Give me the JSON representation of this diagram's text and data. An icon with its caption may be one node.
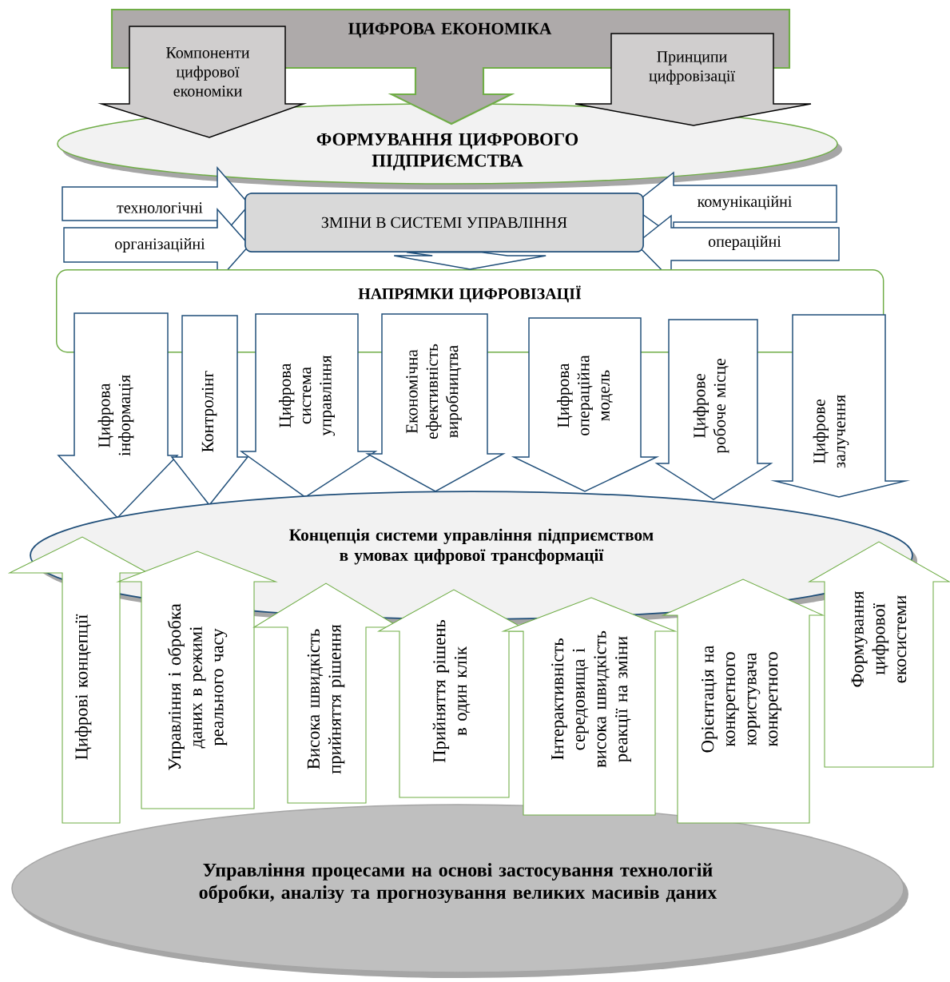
{
  "diagram": {
    "nodes": [
      {
        "text": [
          "ЦИФРОВА ЕКОНОМІКА"
        ]
      },
      {
        "text": [
          "Компоненти цифрової економіки"
        ]
      },
      {
        "text": [
          "Принципи цифровізації"
        ]
      },
      {
        "text": [
          "ФОРМУВАННЯ ЦИФРОВОГО ПІДПРИЄМСТВА"
        ]
      },
      {
        "text": [
          "технологічні"
        ]
      },
      {
        "text": [
          "організаційні"
        ]
      },
      {
        "text": [
          "ЗМІНИ В СИСТЕМІ УПРАВЛІННЯ"
        ]
      },
      {
        "text": [
          "комунікаційні"
        ]
      },
      {
        "text": [
          "операційні"
        ]
      },
      {
        "text": [
          "НАПРЯМКИ ЦИФРОВІЗАЦІЇ"
        ]
      },
      {
        "text": [
          "Цифрова інформація"
        ]
      },
      {
        "text": [
          "Контролінг"
        ]
      },
      {
        "text": [
          "Цифрова система управління"
        ]
      },
      {
        "text": [
          "Економічна ефективність виробництва"
        ]
      },
      {
        "text": [
          "Цифрова операційна модель"
        ]
      },
      {
        "text": [
          "Цифрове робоче місце"
        ]
      },
      {
        "text": [
          "Цифрове залучення"
        ]
      },
      {
        "text": [
          "Концепція системи управління підприємством в умовах цифрової трансформації"
        ]
      },
      {
        "text": [
          "Цифрові концепції"
        ]
      },
      {
        "text": [
          "Управління і обробка даних в режимі реального часу"
        ]
      },
      {
        "text": [
          "Висока швидкість прийняття рішення"
        ]
      },
      {
        "text": [
          "Прийняття рішень в один клік"
        ]
      },
      {
        "text": [
          "Інтерактивність середовища і висока швидкість реакції на зміни"
        ]
      },
      {
        "text": [
          "Орієнтація на конкретного користувача конкретного"
        ]
      },
      {
        "text": [
          "Формування цифрової екосистеми"
        ]
      },
      {
        "text": [
          "Управління процесами на основі застосування технологій обробки, аналізу та прогнозування великих масивів даних"
        ]
      }
    ],
    "edges": [
      {
        "from": 6,
        "to": 9,
        "arrow": "to"
      }
    ]
  }
}
